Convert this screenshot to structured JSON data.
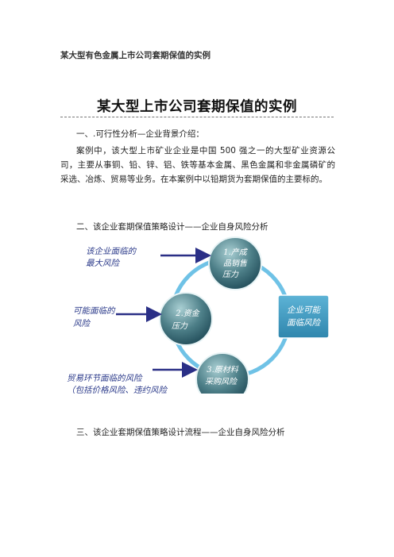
{
  "page_header": "某大型有色金属上市公司套期保值的实例",
  "doc_title": "某大型上市公司套期保值的实例",
  "section1": {
    "heading": "一、.可行性分析—企业背景介绍：",
    "paragraph": "案例中，该大型上市矿业企业是中国 500 强之一的大型矿业资源公司，主要从事铜、铅、锌、铝、铁等基本金属、黑色金属和非金属磷矿的采选、冶炼、贸易等业务。在本案例中以铅期货为套期保值的主要标的。"
  },
  "section2": {
    "heading": "二、该企业套期保值策略设计——企业自身风险分析"
  },
  "diagram": {
    "center_box_line1": "企业可能",
    "center_box_line2": "面临风险",
    "node1_line1": "1.产成",
    "node1_line2": "品销售",
    "node1_line3": "压力",
    "node2_line1": "2.资金",
    "node2_line2": "压力",
    "node3_line1": "3.原材料",
    "node3_line2": "采购风险",
    "label1_line1": "该企业面临的",
    "label1_line2": "最大风险",
    "label2_line1": "可能面临的",
    "label2_line2": "风险",
    "label3_line1": "贸易环节面临的风险",
    "label3_line2": "（包括价格风险、违约风险",
    "colors": {
      "ring": "#6fc2e6",
      "node_dark": "#1f4a57",
      "node_light": "#9fc7cc",
      "box": "#3e9bc0",
      "arrow": "#2a2f86",
      "label": "#2b3a8a"
    }
  },
  "section3": {
    "heading": "三、该企业套期保值策略设计流程——企业自身风险分析"
  }
}
